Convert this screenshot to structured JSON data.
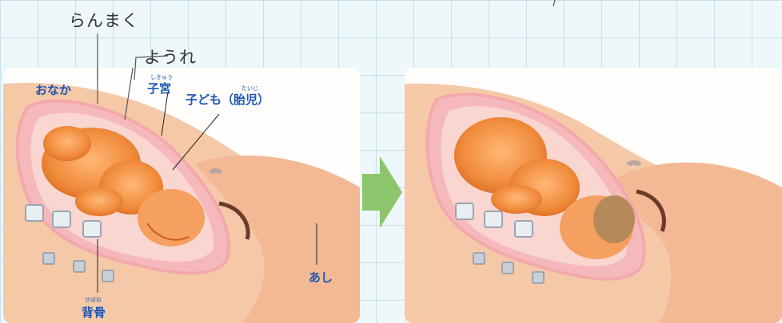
{
  "labels": {
    "onaka": "おなか",
    "shikyu": "子宮",
    "shikyu_ruby": "しきゅう",
    "kodomo": "子ども（胎児）",
    "taiji_ruby": "たいじ",
    "ashi": "あし",
    "sebone": "背骨",
    "sebone_ruby": "せぼね"
  },
  "handwritten": {
    "rankaku": "らんまく",
    "yousui": "ようれ"
  },
  "colors": {
    "label_blue": "#1c55b3",
    "arrow_green": "#8cc56b",
    "skin_outer": "#f5c9a8",
    "uterus_pink": "#f6b9bb",
    "fetus_orange": "#f08a3a"
  },
  "icons": [
    "right-arrow-icon"
  ]
}
